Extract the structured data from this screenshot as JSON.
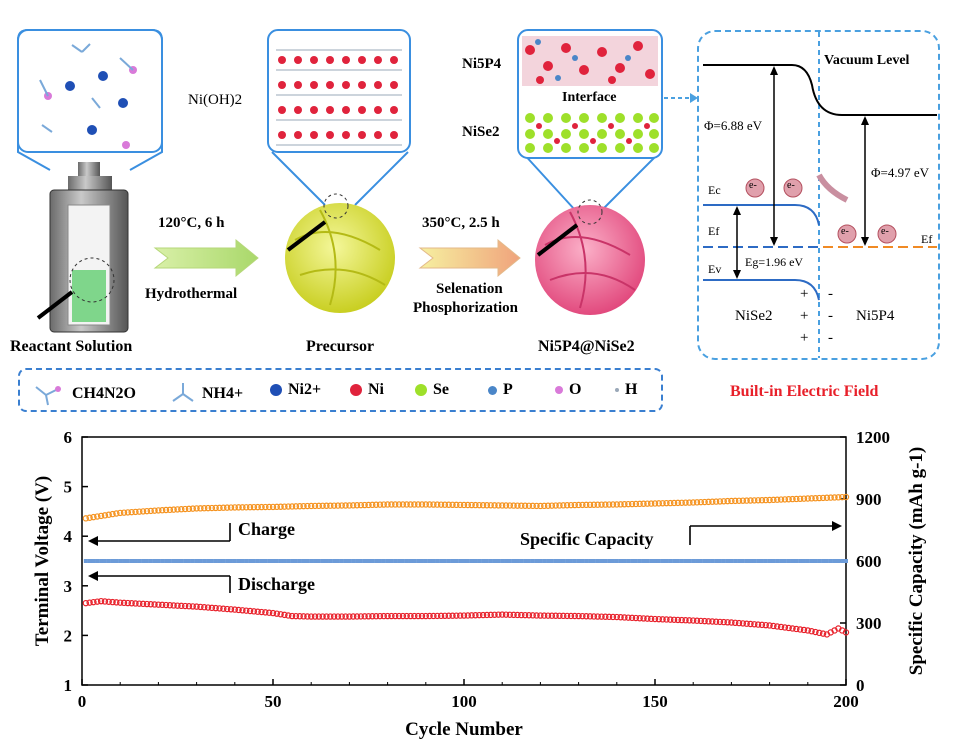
{
  "schematic": {
    "reactant_label": "Reactant Solution",
    "precursor_label": "Precursor",
    "product_label": "Ni5P4@NiSe2",
    "precursor_phase": "Ni(OH)2",
    "step1_condition": "120°C, 6 h",
    "step1_method": "Hydrothermal",
    "step2_condition": "350°C, 2.5 h",
    "step2_method_line1": "Selenation",
    "step2_method_line2": "Phosphorization",
    "layer_top": "Ni5P4",
    "layer_interface": "Interface",
    "layer_bottom": "NiSe2"
  },
  "legend": [
    {
      "name": "CH4N2O",
      "icon": "urea-molecule-icon",
      "color": "#6fa8d8"
    },
    {
      "name": "NH4+",
      "icon": "ammonium-molecule-icon",
      "color": "#6fa8d8"
    },
    {
      "name": "Ni2+",
      "icon": "ni-ion-icon",
      "color": "#1f4fb5"
    },
    {
      "name": "Ni",
      "icon": "ni-atom-icon",
      "color": "#e0233c"
    },
    {
      "name": "Se",
      "icon": "se-atom-icon",
      "color": "#9ee02a"
    },
    {
      "name": "P",
      "icon": "p-atom-icon",
      "color": "#4a86c8"
    },
    {
      "name": "O",
      "icon": "o-atom-icon",
      "color": "#d97ad9"
    },
    {
      "name": "H",
      "icon": "h-atom-icon",
      "color": "#9aa8b8"
    }
  ],
  "band_diagram": {
    "vacuum_level": "Vacuum Level",
    "phi_left": "Φ=6.88 eV",
    "phi_right": "Φ=4.97 eV",
    "ec_label": "Ec",
    "ef_label_left": "Ef",
    "ef_label_right": "Ef",
    "ev_label": "Ev",
    "eg_label": "Eg=1.96 eV",
    "electron_label": "e-",
    "left_material": "NiSe2",
    "right_material": "Ni5P4",
    "plus": "+",
    "minus": "-",
    "field_caption": "Built-in Electric Field",
    "ef_left_color": "#2d6bc4",
    "ef_right_color": "#f08a24"
  },
  "chart_data": {
    "type": "scatter",
    "xlabel": "Cycle Number",
    "ylabel": "Terminal Voltage (V)",
    "y2label": "Specific Capacity (mAh g-1)",
    "xlim": [
      0,
      200
    ],
    "ylim": [
      1,
      6
    ],
    "y2lim": [
      0,
      1200
    ],
    "xticks": [
      0,
      50,
      100,
      150,
      200
    ],
    "yticks": [
      1,
      2,
      3,
      4,
      5,
      6
    ],
    "y2ticks": [
      0,
      300,
      600,
      900,
      1200
    ],
    "annotations": {
      "charge": "Charge",
      "discharge": "Discharge",
      "capacity": "Specific Capacity"
    },
    "series": [
      {
        "name": "Charge",
        "axis": "left",
        "color": "#f5921e",
        "x": [
          1,
          10,
          20,
          30,
          40,
          50,
          60,
          70,
          80,
          90,
          100,
          110,
          120,
          130,
          140,
          150,
          160,
          170,
          180,
          190,
          200
        ],
        "y": [
          4.36,
          4.47,
          4.52,
          4.56,
          4.58,
          4.59,
          4.61,
          4.62,
          4.64,
          4.64,
          4.63,
          4.62,
          4.61,
          4.63,
          4.64,
          4.66,
          4.68,
          4.71,
          4.73,
          4.76,
          4.79
        ]
      },
      {
        "name": "Discharge",
        "axis": "left",
        "color": "#e8202a",
        "x": [
          1,
          5,
          10,
          20,
          30,
          40,
          50,
          55,
          60,
          70,
          80,
          90,
          100,
          110,
          120,
          130,
          140,
          150,
          160,
          170,
          180,
          190,
          195,
          198,
          200
        ],
        "y": [
          2.65,
          2.69,
          2.66,
          2.62,
          2.58,
          2.52,
          2.45,
          2.39,
          2.38,
          2.38,
          2.39,
          2.39,
          2.4,
          2.42,
          2.4,
          2.39,
          2.37,
          2.33,
          2.3,
          2.26,
          2.2,
          2.1,
          2.02,
          2.14,
          2.06
        ]
      },
      {
        "name": "Specific Capacity",
        "axis": "right",
        "color": "#6c9bd8",
        "x": [
          1,
          20,
          40,
          60,
          80,
          100,
          120,
          140,
          160,
          180,
          200
        ],
        "y": [
          600,
          600,
          600,
          600,
          600,
          600,
          600,
          600,
          600,
          600,
          600
        ]
      }
    ]
  }
}
